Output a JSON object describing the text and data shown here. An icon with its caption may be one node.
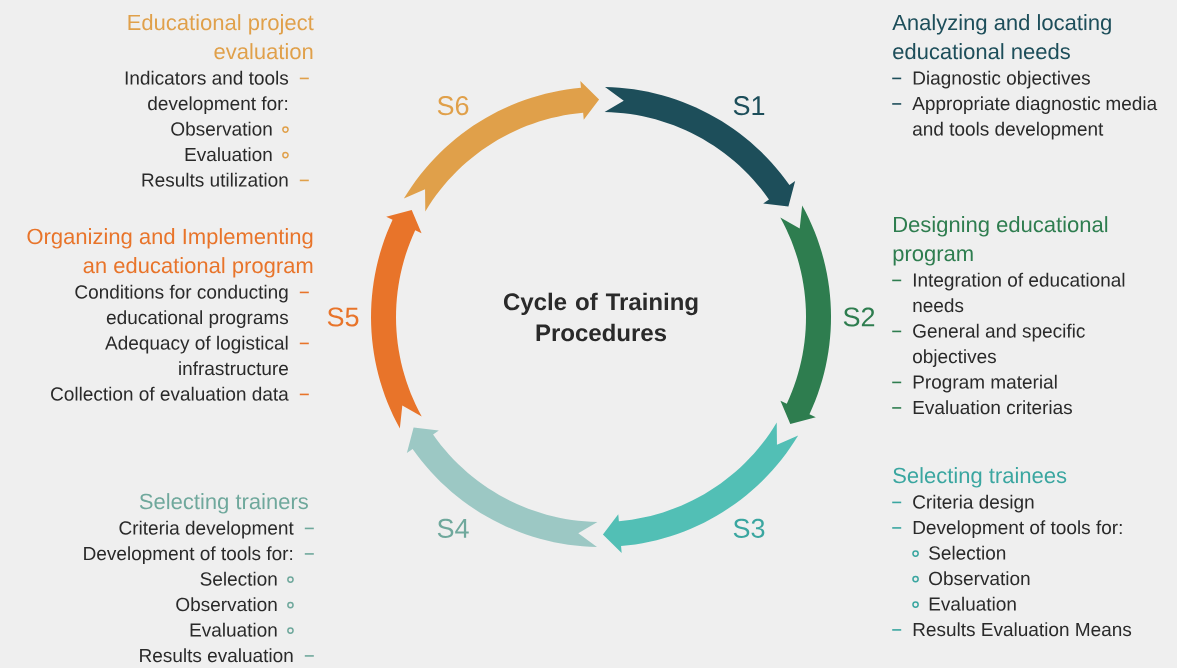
{
  "diagram": {
    "nodes": [
      {
        "text": [
          "Cycle of Training Procedures"
        ]
      },
      {
        "text": [
          "Analyzing and locating educational needs",
          "Diagnostic objectives",
          "Appropriate diagnostic media and tools development"
        ]
      },
      {
        "text": [
          "Designing educational program",
          "Integration of educational needs",
          "General and specific objectives",
          "Program material",
          "Evaluation criterias"
        ]
      },
      {
        "text": [
          "Selecting trainees",
          "Criteria design",
          "Development of tools for:",
          "Selection",
          "Observation",
          "Evaluation",
          "Results Evaluation Means"
        ]
      },
      {
        "text": [
          "Selecting trainers",
          "Criteria development",
          "Development of tools for:",
          "Selection",
          "Observation",
          "Evaluation",
          "Results evaluation"
        ]
      },
      {
        "text": [
          "Organizing and Implementing an educational program",
          "Conditions for conducting educational programs",
          "Adequacy of logistical infrastructure",
          "Collection of evaluation data"
        ]
      },
      {
        "text": [
          "Educational project evaluation",
          "Indicators and tools development for:",
          "Observation",
          "Evaluation",
          "Results utilization"
        ]
      }
    ],
    "labels": [
      "S6",
      "S1",
      "S5",
      "S2",
      "S4",
      "S3"
    ]
  }
}
